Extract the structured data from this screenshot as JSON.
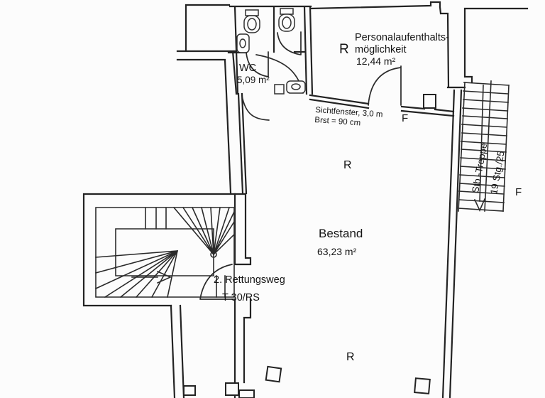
{
  "colors": {
    "line": "#232323",
    "background": "#fcfcfc",
    "text": "#141414"
  },
  "rooms": {
    "wc": {
      "name": "WC",
      "area": "5,09 m²"
    },
    "staff": {
      "line1": "Personalaufenthalts-",
      "line2": "möglichkeit",
      "area": "12,44 m²"
    },
    "bestand": {
      "name": "Bestand",
      "area": "63,23 m²"
    }
  },
  "labels": {
    "r": "R",
    "f": "F",
    "window_line1": "Sichtfenster, 3,0 m",
    "window_line2": "Brst = 90 cm",
    "escape_line1": "2. Rettungsweg",
    "escape_line2": "T 30/RS",
    "stair_name": "Stb.-Treppe",
    "stair_steps": "19 Stg./25"
  }
}
